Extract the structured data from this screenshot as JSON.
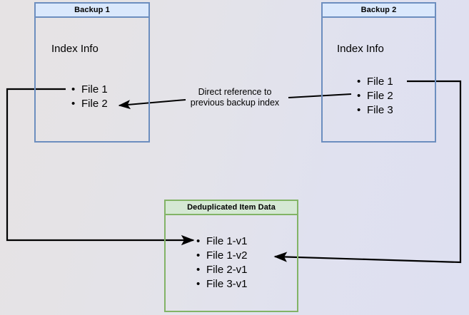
{
  "diagram": {
    "title_semantics": "backup-deduplication-reference-diagram",
    "colors": {
      "blue_border": "#6c8ebf",
      "blue_header_fill": "#dae8fc",
      "green_border": "#82b366",
      "green_header_fill": "#d5e8d4",
      "edge_stroke": "#000000",
      "text": "#000000"
    },
    "nodes": [
      {
        "id": "backup1",
        "header": "Backup 1",
        "body_label": "Index Info",
        "items": [
          "File 1",
          "File 2"
        ]
      },
      {
        "id": "backup2",
        "header": "Backup 2",
        "body_label": "Index Info",
        "items": [
          "File 1",
          "File 2",
          "File 3"
        ]
      },
      {
        "id": "dedup",
        "header": "Deduplicated Item Data",
        "items": [
          "File 1-v1",
          "File 1-v2",
          "File 2-v1",
          "File 3-v1"
        ]
      }
    ],
    "edges": [
      {
        "id": "direct-reference",
        "label_line1": "Direct reference to",
        "label_line2": "previous backup index",
        "from": "backup2",
        "to": "backup1"
      },
      {
        "id": "backup1-to-dedup",
        "from": "backup1",
        "to": "dedup"
      },
      {
        "id": "backup2-to-dedup",
        "from": "backup2",
        "to": "dedup"
      }
    ]
  }
}
